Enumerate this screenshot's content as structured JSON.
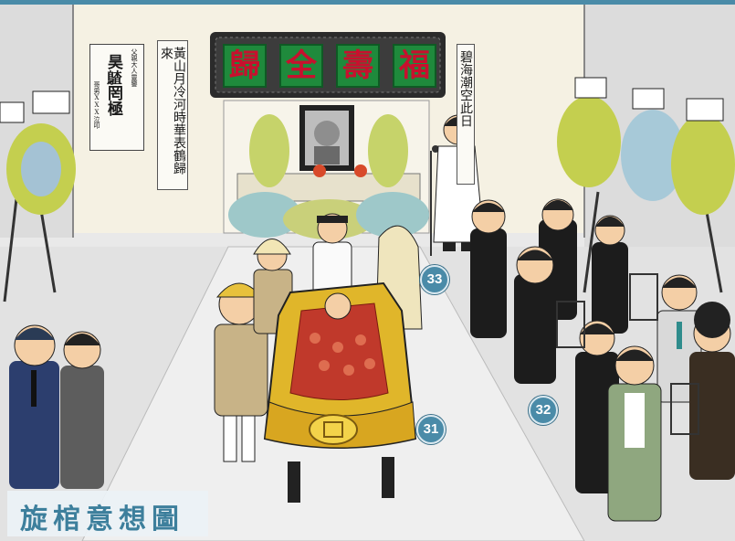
{
  "banner": {
    "chars": [
      "歸",
      "全",
      "壽",
      "福"
    ]
  },
  "couplet_left": {
    "text": "黃山月冷河時華表鶴歸來"
  },
  "couplet_right": {
    "text": "碧海潮空此日"
  },
  "memorial_plaque": {
    "top_text": "父親大人靈鑒",
    "main_text": "昊𪃵罔極",
    "bottom_text": "哥男XXX泣叩"
  },
  "markers": [
    "33",
    "31",
    "32"
  ],
  "caption": "旋棺意想圖",
  "colors": {
    "banner_green": "#1f8a3c",
    "banner_red": "#c8102e",
    "coffin_gold": "#e0b62a",
    "coffin_red": "#c0392b",
    "marker_blue": "#4a8ba8",
    "caption_blue": "#3d7f9c"
  }
}
